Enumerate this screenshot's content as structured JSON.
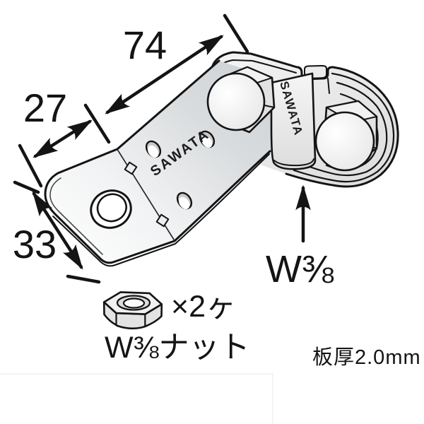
{
  "illustration": {
    "description": "Technical line drawing of a bent steel hanger bracket (T-foot) with oval bolt bracket, two hex bolts, and a separate hex nut",
    "brand_stamp_plate": "SAWATA",
    "brand_stamp_bracket": "SAWATA"
  },
  "dimensions": {
    "top_edge": "74",
    "upper_left_edge": "27",
    "lower_left_edge": "33"
  },
  "annotations": {
    "bolt_thread_label": "W⅜",
    "nut_quantity": "×2ヶ",
    "nut_name": "W⅜ナット",
    "plate_thickness": "板厚2.0mm"
  },
  "colors": {
    "line": "#141414",
    "metal_highlight": "#ffffff",
    "metal_shadow": "#c9cdd0",
    "background": "#ffffff"
  }
}
